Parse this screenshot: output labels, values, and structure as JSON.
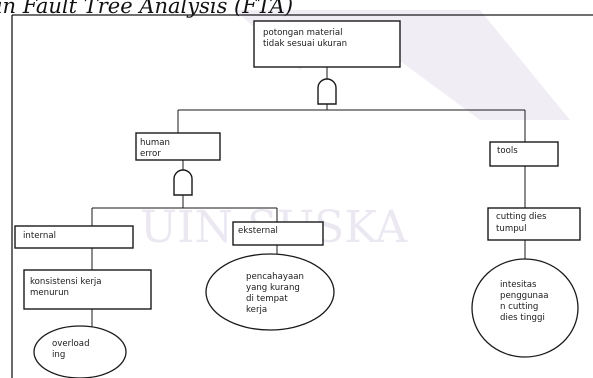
{
  "header": {
    "text": "an Fault Tree Analysis (FTA)"
  },
  "watermark": {
    "text": "UIN SUSKA"
  },
  "colors": {
    "line": "#1a1a1a",
    "watermark": "#ece8f2",
    "background": "#ffffff"
  },
  "nodes": {
    "top": {
      "lines": [
        "potongan material",
        "tidak sesuai ukuran"
      ]
    },
    "human_error": {
      "lines": [
        "human",
        "error"
      ]
    },
    "tools": {
      "lines": [
        "tools"
      ]
    },
    "internal": {
      "lines": [
        "internal"
      ]
    },
    "eksternal": {
      "lines": [
        "eksternal"
      ]
    },
    "cutting_dies": {
      "lines": [
        "cutting dies",
        "tumpul"
      ]
    },
    "konsistensi": {
      "lines": [
        "konsistensi kerja",
        "menurun"
      ]
    },
    "pencahayaan": {
      "lines": [
        "pencahayaan",
        "yang kurang",
        "di tempat",
        "kerja"
      ]
    },
    "intensitas": {
      "lines": [
        "intesitas",
        "penggunaa",
        "n cutting",
        "dies tinggi"
      ]
    },
    "overloading": {
      "lines": [
        "overload",
        "ing"
      ]
    }
  }
}
